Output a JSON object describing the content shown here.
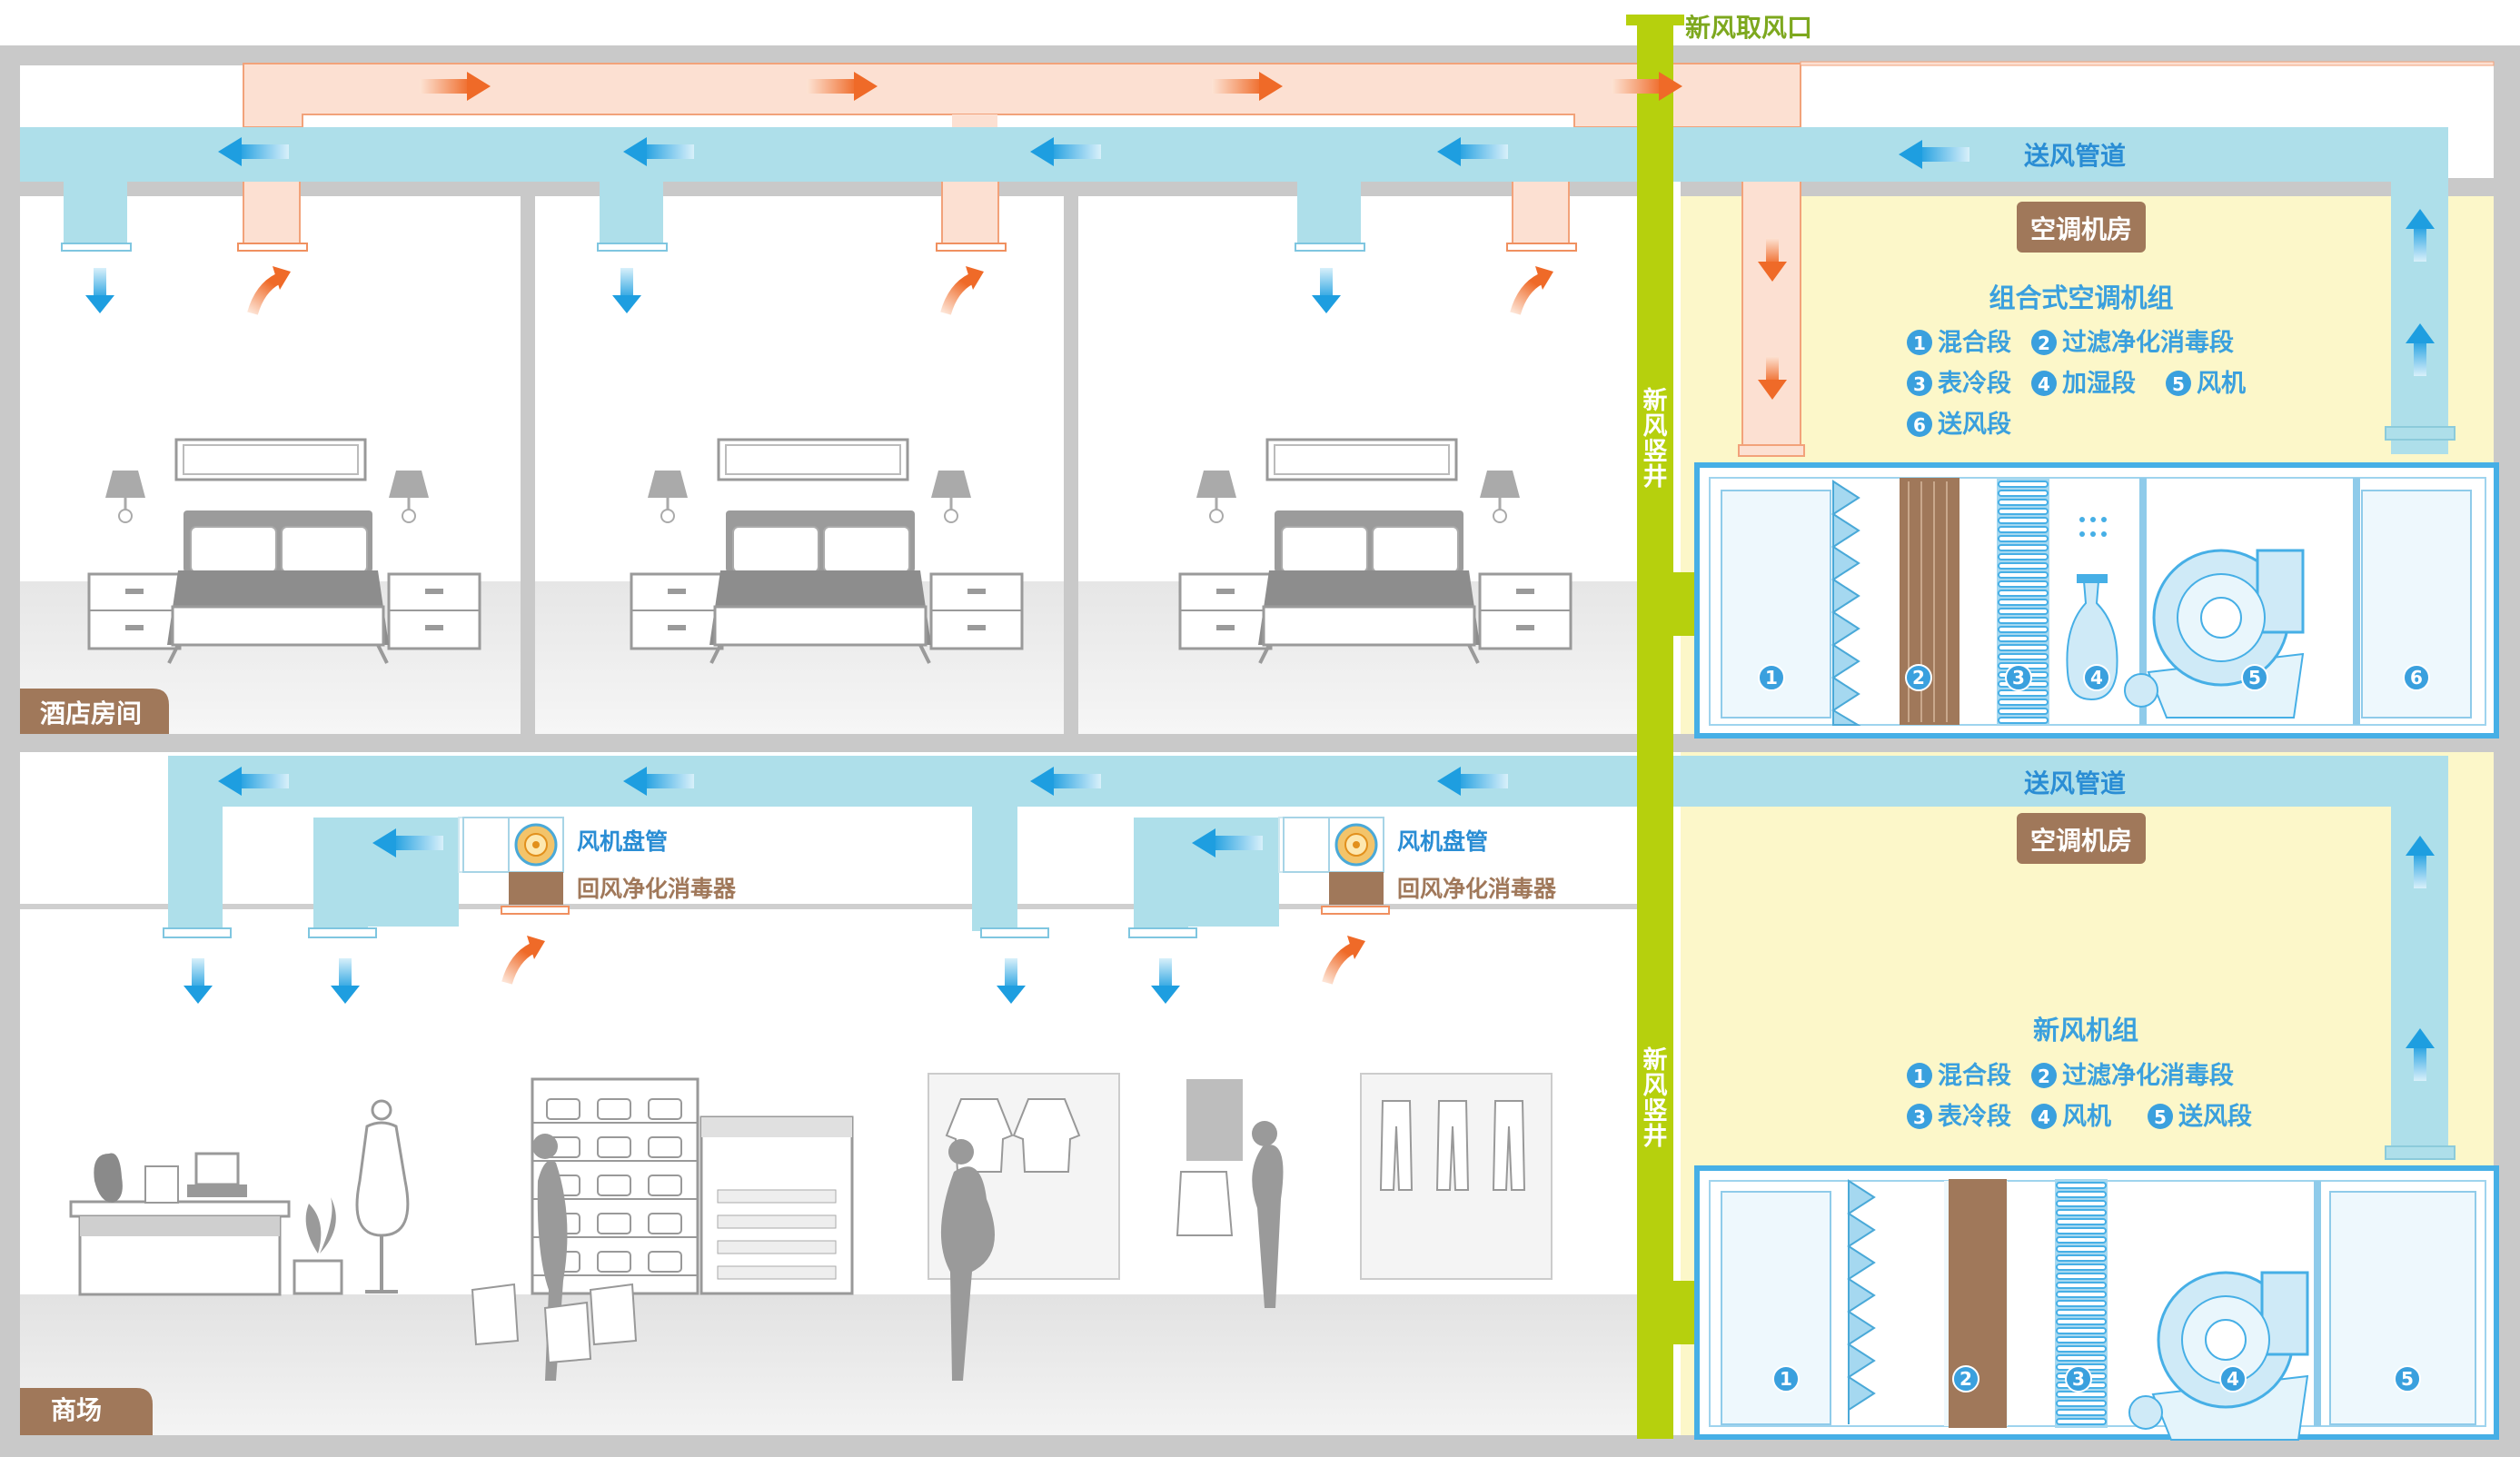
{
  "labels": {
    "fresh_air_intake": "新风取风口",
    "fresh_shaft_top": "新风竖井",
    "fresh_shaft_bottom": "新风竖井",
    "supply_duct_top": "送风管道",
    "supply_duct_bottom": "送风管道",
    "ac_room_top": "空调机房",
    "ac_room_bottom": "空调机房",
    "hotel_room": "酒店房间",
    "mall": "商场",
    "fcu_1": "风机盘管",
    "fcu_2": "风机盘管",
    "return_purifier_1": "回风净化消毒器",
    "return_purifier_2": "回风净化消毒器"
  },
  "ahu_top": {
    "title": "组合式空调机组",
    "legend": [
      {
        "num": "1",
        "text": "混合段"
      },
      {
        "num": "2",
        "text": "过滤净化消毒段"
      },
      {
        "num": "3",
        "text": "表冷段"
      },
      {
        "num": "4",
        "text": "加湿段"
      },
      {
        "num": "5",
        "text": "风机"
      },
      {
        "num": "6",
        "text": "送风段"
      }
    ],
    "sections": [
      "1",
      "2",
      "3",
      "4",
      "5",
      "6"
    ]
  },
  "ahu_bottom": {
    "title": "新风机组",
    "legend": [
      {
        "num": "1",
        "text": "混合段"
      },
      {
        "num": "2",
        "text": "过滤净化消毒段"
      },
      {
        "num": "3",
        "text": "表冷段"
      },
      {
        "num": "4",
        "text": "风机"
      },
      {
        "num": "5",
        "text": "送风段"
      }
    ],
    "sections": [
      "1",
      "2",
      "3",
      "4",
      "5"
    ]
  },
  "colors": {
    "supply_duct": "#aedfea",
    "return_duct": "#fce0d2",
    "ac_room_bg": "#fcf7c9",
    "shaft": "#b6d00d",
    "brown": "#a0785a",
    "blue_text": "#2a8dd4",
    "ahu_frame": "#46afe6",
    "orange": "#f07030"
  }
}
